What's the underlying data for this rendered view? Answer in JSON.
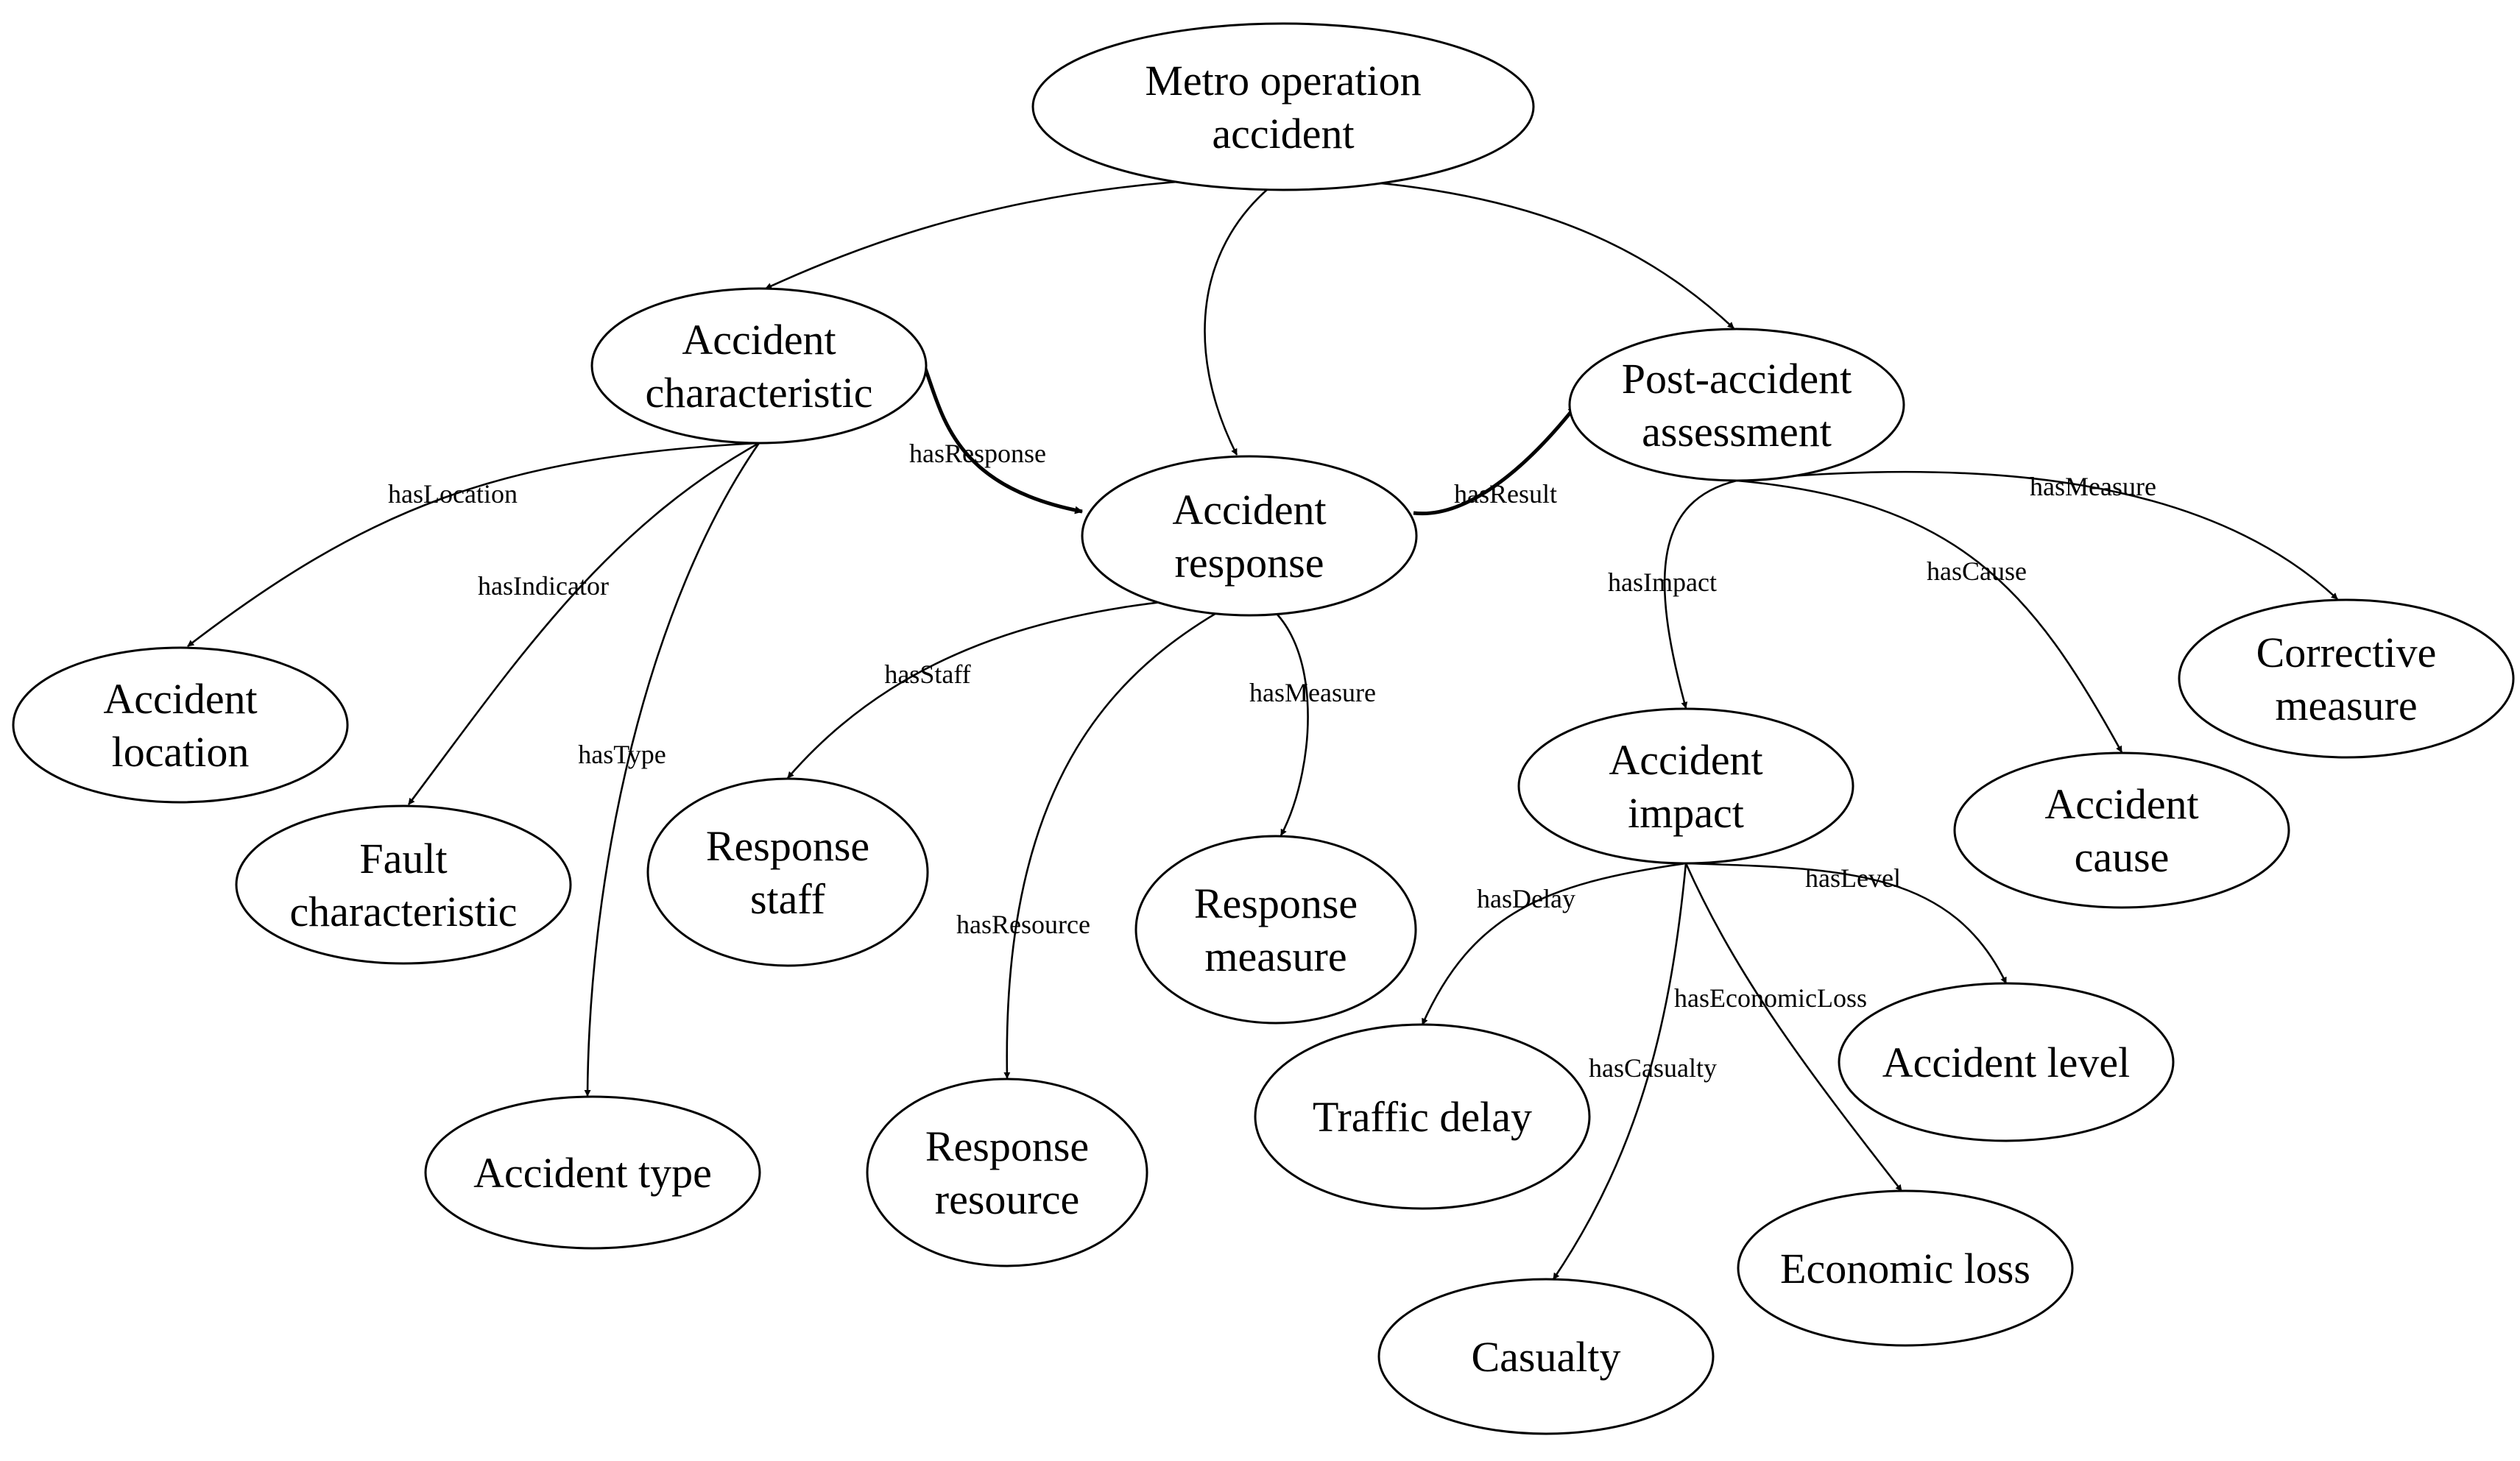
{
  "nodes": [
    {
      "id": "metro",
      "lines": [
        "Metro operation",
        "accident"
      ]
    },
    {
      "id": "characteristic",
      "lines": [
        "Accident",
        "characteristic"
      ]
    },
    {
      "id": "response",
      "lines": [
        "Accident",
        "response"
      ]
    },
    {
      "id": "post",
      "lines": [
        "Post-accident",
        "assessment"
      ]
    },
    {
      "id": "location",
      "lines": [
        "Accident",
        "location"
      ]
    },
    {
      "id": "fault",
      "lines": [
        "Fault",
        "characteristic"
      ]
    },
    {
      "id": "type",
      "lines": [
        "Accident type"
      ]
    },
    {
      "id": "staff",
      "lines": [
        "Response",
        "staff"
      ]
    },
    {
      "id": "resource",
      "lines": [
        "Response",
        "resource"
      ]
    },
    {
      "id": "rmeasure",
      "lines": [
        "Response",
        "measure"
      ]
    },
    {
      "id": "impact",
      "lines": [
        "Accident",
        "impact"
      ]
    },
    {
      "id": "cause",
      "lines": [
        "Accident",
        "cause"
      ]
    },
    {
      "id": "corrective",
      "lines": [
        "Corrective",
        "measure"
      ]
    },
    {
      "id": "delay",
      "lines": [
        "Traffic delay"
      ]
    },
    {
      "id": "casualty",
      "lines": [
        "Casualty"
      ]
    },
    {
      "id": "econ",
      "lines": [
        "Economic loss"
      ]
    },
    {
      "id": "level",
      "lines": [
        "Accident level"
      ]
    }
  ],
  "edges": [
    {
      "from": "metro",
      "to": "characteristic",
      "label": ""
    },
    {
      "from": "metro",
      "to": "response",
      "label": ""
    },
    {
      "from": "metro",
      "to": "post",
      "label": ""
    },
    {
      "from": "characteristic",
      "to": "response",
      "label": "hasResponse"
    },
    {
      "from": "response",
      "to": "post",
      "label": "hasResult"
    },
    {
      "from": "characteristic",
      "to": "location",
      "label": "hasLocation"
    },
    {
      "from": "characteristic",
      "to": "fault",
      "label": "hasIndicator"
    },
    {
      "from": "characteristic",
      "to": "type",
      "label": "hasType"
    },
    {
      "from": "response",
      "to": "staff",
      "label": "hasStaff"
    },
    {
      "from": "response",
      "to": "resource",
      "label": "hasResource"
    },
    {
      "from": "response",
      "to": "rmeasure",
      "label": "hasMeasure"
    },
    {
      "from": "post",
      "to": "impact",
      "label": "hasImpact"
    },
    {
      "from": "post",
      "to": "cause",
      "label": "hasCause"
    },
    {
      "from": "post",
      "to": "corrective",
      "label": "hasMeasure"
    },
    {
      "from": "impact",
      "to": "delay",
      "label": "hasDelay"
    },
    {
      "from": "impact",
      "to": "casualty",
      "label": "hasCasualty"
    },
    {
      "from": "impact",
      "to": "econ",
      "label": "hasEconomicLoss"
    },
    {
      "from": "impact",
      "to": "level",
      "label": "hasLevel"
    }
  ]
}
